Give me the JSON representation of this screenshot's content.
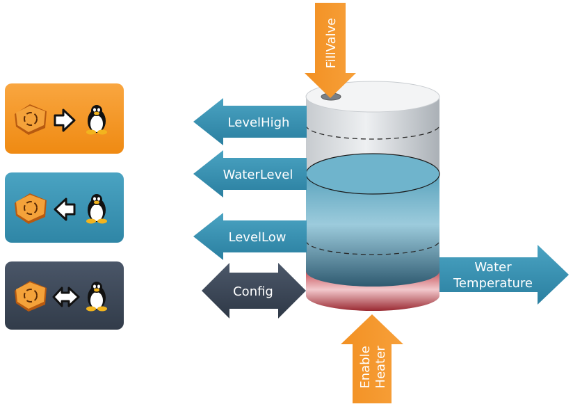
{
  "legend": [
    {
      "direction": "to-linux",
      "color": "#f39a2c",
      "icons": [
        "labview-icon",
        "arrow-right-icon",
        "tux-icon"
      ]
    },
    {
      "direction": "from-linux",
      "color": "#3a95b5",
      "icons": [
        "labview-icon",
        "arrow-left-icon",
        "tux-icon"
      ]
    },
    {
      "direction": "bidirectional",
      "color": "#3f4a5a",
      "icons": [
        "labview-icon",
        "arrow-both-icon",
        "tux-icon"
      ]
    }
  ],
  "signals": {
    "fill_valve": "FillValve",
    "level_high": "LevelHigh",
    "water_level": "WaterLevel",
    "level_low": "LevelLow",
    "config": "Config",
    "water_temperature_line1": "Water",
    "water_temperature_line2": "Temperature",
    "enable_heater_line1": "Enable",
    "enable_heater_line2": "Heater"
  },
  "colors": {
    "orange": "#f7941d",
    "blue": "#3a95b5",
    "dark": "#3f4a5a",
    "tank_water": "#7fb8cf",
    "heater": "#c0404a"
  }
}
